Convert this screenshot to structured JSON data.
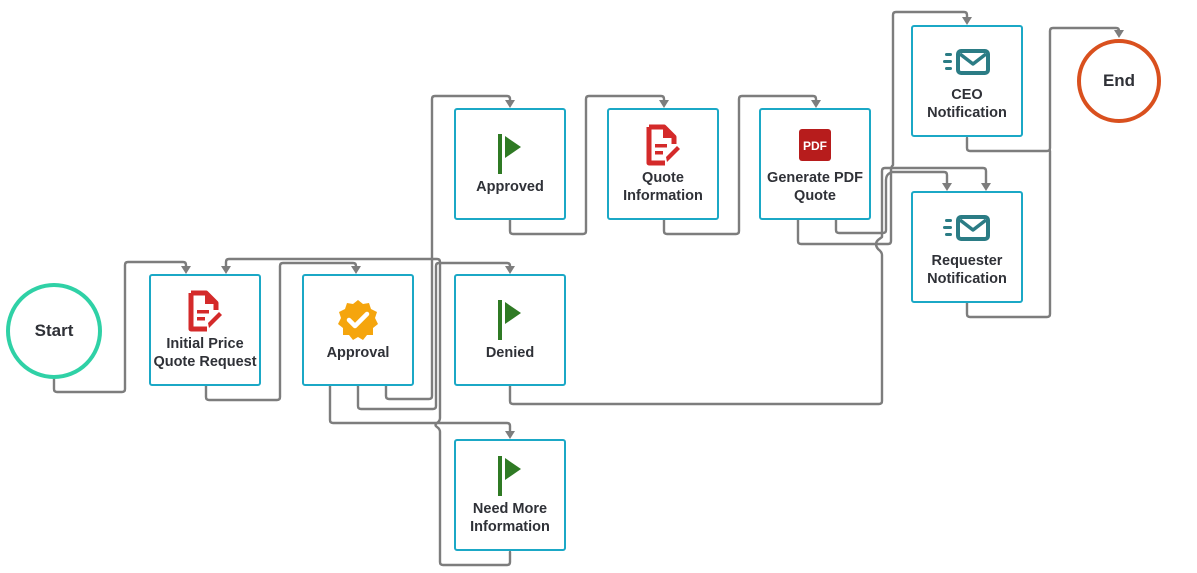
{
  "diagram": {
    "type": "workflow",
    "colors": {
      "start": "#2fd1a6",
      "end": "#d9501e",
      "box_border": "#1ba8c6",
      "connector": "#7d7d7d",
      "document_icon": "#d42a2a",
      "approval_badge": "#f5a50d",
      "flag_icon": "#2f7a24",
      "pdf_icon": "#b71c1c",
      "mail_icon": "#2b7c85",
      "text": "#2f3137"
    },
    "nodes": {
      "start": {
        "label": "Start",
        "shape": "circle"
      },
      "initial_price_quote_request": {
        "label": "Initial Price\nQuote Request",
        "icon": "document-edit-icon"
      },
      "approval": {
        "label": "Approval",
        "icon": "approval-badge-icon"
      },
      "approved": {
        "label": "Approved",
        "icon": "flag-icon"
      },
      "denied": {
        "label": "Denied",
        "icon": "flag-icon"
      },
      "need_more_information": {
        "label": "Need More\nInformation",
        "icon": "flag-icon"
      },
      "quote_information": {
        "label": "Quote\nInformation",
        "icon": "document-edit-icon"
      },
      "generate_pdf_quote": {
        "label": "Generate PDF\nQuote",
        "icon": "pdf-icon",
        "icon_text": "PDF"
      },
      "ceo_notification": {
        "label": "CEO\nNotification",
        "icon": "email-send-icon"
      },
      "requester_notification": {
        "label": "Requester\nNotification",
        "icon": "email-send-icon"
      },
      "end": {
        "label": "End",
        "shape": "circle"
      }
    },
    "edges": [
      {
        "from": "start",
        "to": "initial_price_quote_request"
      },
      {
        "from": "initial_price_quote_request",
        "to": "approval"
      },
      {
        "from": "approval",
        "to": "approved"
      },
      {
        "from": "approval",
        "to": "denied"
      },
      {
        "from": "approval",
        "to": "need_more_information"
      },
      {
        "from": "need_more_information",
        "to": "initial_price_quote_request"
      },
      {
        "from": "approved",
        "to": "quote_information"
      },
      {
        "from": "quote_information",
        "to": "generate_pdf_quote"
      },
      {
        "from": "generate_pdf_quote",
        "to": "ceo_notification"
      },
      {
        "from": "generate_pdf_quote",
        "to": "requester_notification"
      },
      {
        "from": "denied",
        "to": "requester_notification"
      },
      {
        "from": "ceo_notification",
        "to": "end"
      },
      {
        "from": "requester_notification",
        "to": "end"
      }
    ]
  }
}
